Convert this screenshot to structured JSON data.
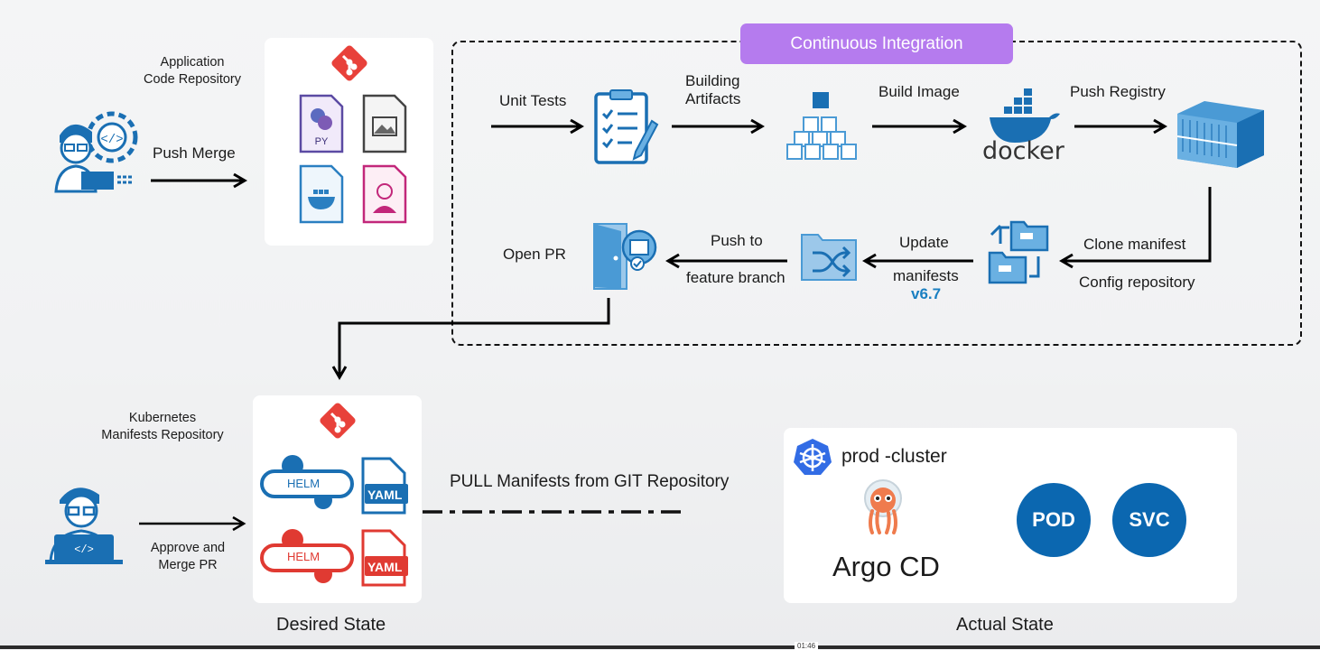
{
  "top": {
    "app_repo_label": "Application\nCode Repository",
    "push_merge": "Push Merge"
  },
  "ci": {
    "title": "Continuous Integration",
    "unit_tests": "Unit Tests",
    "building_artifacts": "Building\nArtifacts",
    "build_image": "Build Image",
    "push_registry": "Push Registry",
    "clone_manifest": "Clone manifest",
    "config_repository": "Config repository",
    "update": "Update",
    "manifests": "manifests",
    "version": "v6.7",
    "push_to": "Push to",
    "feature_branch": "feature branch",
    "open_pr": "Open PR",
    "docker_word": "docker"
  },
  "bottom": {
    "k8s_repo_label": "Kubernetes\nManifests Repository",
    "approve_merge": "Approve and\nMerge PR",
    "helm": "HELM",
    "yaml": "YAML",
    "pull_text": "PULL Manifests from  GIT Repository",
    "desired_state": "Desired State",
    "actual_state": "Actual State",
    "cluster_name": "prod -cluster",
    "argo": "Argo CD",
    "pod": "POD",
    "svc": "SVC",
    "timestamp": "01:46"
  },
  "file_icons": {
    "py": "PY"
  },
  "colors": {
    "primary_blue": "#1a6fb3",
    "light_blue": "#6ab0e2",
    "ci_purple": "#b57bee",
    "git_red": "#e8413a",
    "helm_red": "#e03a32",
    "k8s_blue": "#326ce5",
    "version_blue": "#1a7fc1"
  }
}
